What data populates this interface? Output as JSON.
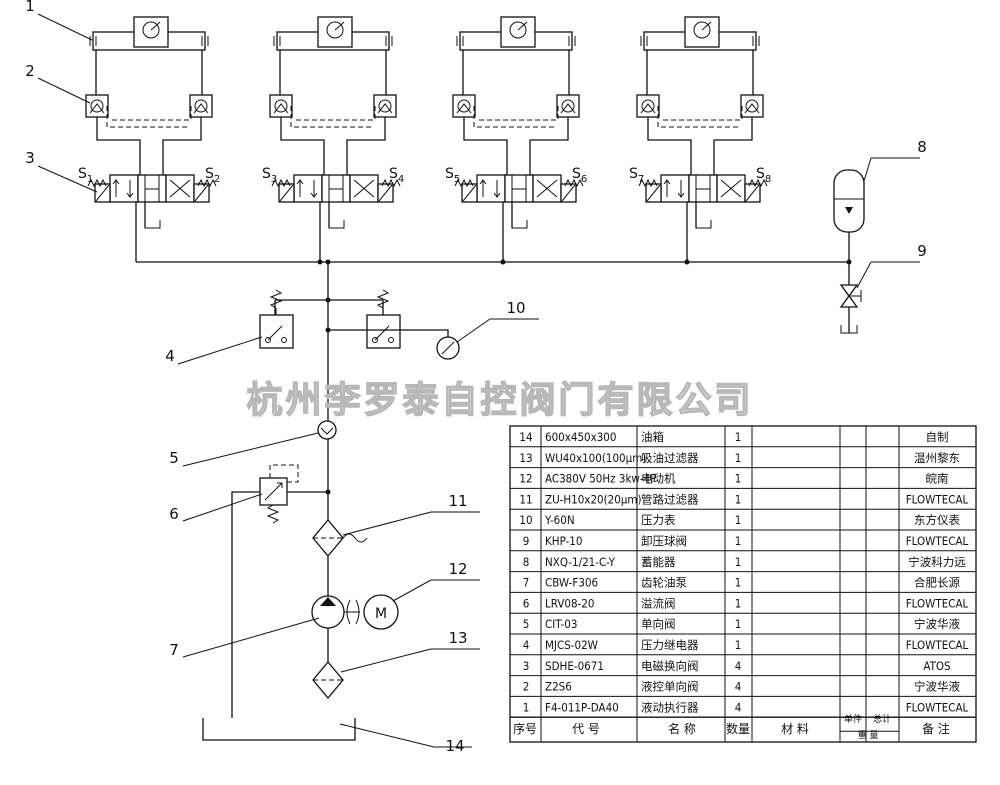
{
  "diagram": {
    "labels": [
      "1",
      "2",
      "3",
      "4",
      "5",
      "6",
      "7",
      "8",
      "9",
      "10",
      "11",
      "12",
      "13",
      "14"
    ],
    "solenoid_labels": [
      "S1",
      "S2",
      "S3",
      "S4",
      "S5",
      "S6",
      "S7",
      "S8"
    ],
    "motor_symbol": "M"
  },
  "watermark": "杭州李罗泰自控阀门有限公司",
  "table": {
    "header": {
      "seq": "序号",
      "code": "代  号",
      "name": "名  称",
      "qty": "数量",
      "material": "材    料",
      "unit_weight": "单件",
      "total_weight": "总计",
      "weight": "重  量",
      "remark": "备  注"
    },
    "rows": [
      {
        "seq": "14",
        "code": "600x450x300",
        "name": "油箱",
        "qty": "1",
        "remark": "自制"
      },
      {
        "seq": "13",
        "code": "WU40x100(100μm)",
        "name": "吸油过滤器",
        "qty": "1",
        "remark": "温州黎东"
      },
      {
        "seq": "12",
        "code": "AC380V 50Hz 3kw-4P",
        "name": "电动机",
        "qty": "1",
        "remark": "皖南"
      },
      {
        "seq": "11",
        "code": "ZU-H10x20(20μm)",
        "name": "管路过滤器",
        "qty": "1",
        "remark": "FLOWTECAL"
      },
      {
        "seq": "10",
        "code": "Y-60N",
        "name": "压力表",
        "qty": "1",
        "remark": "东方仪表"
      },
      {
        "seq": "9",
        "code": "KHP-10",
        "name": "卸压球阀",
        "qty": "1",
        "remark": "FLOWTECAL"
      },
      {
        "seq": "8",
        "code": "NXQ-1/21-C-Y",
        "name": "蓄能器",
        "qty": "1",
        "remark": "宁波科力远"
      },
      {
        "seq": "7",
        "code": "CBW-F306",
        "name": "齿轮油泵",
        "qty": "1",
        "remark": "合肥长源"
      },
      {
        "seq": "6",
        "code": "LRV08-20",
        "name": "溢流阀",
        "qty": "1",
        "remark": "FLOWTECAL"
      },
      {
        "seq": "5",
        "code": "CIT-03",
        "name": "单向阀",
        "qty": "1",
        "remark": "宁波华液"
      },
      {
        "seq": "4",
        "code": "MJCS-02W",
        "name": "压力继电器",
        "qty": "1",
        "remark": "FLOWTECAL"
      },
      {
        "seq": "3",
        "code": "SDHE-0671",
        "name": "电磁换向阀",
        "qty": "4",
        "remark": "ATOS"
      },
      {
        "seq": "2",
        "code": "Z2S6",
        "name": "液控单向阀",
        "qty": "4",
        "remark": "宁波华液"
      },
      {
        "seq": "1",
        "code": "F4-011P-DA40",
        "name": "液动执行器",
        "qty": "4",
        "remark": "FLOWTECAL"
      }
    ]
  }
}
